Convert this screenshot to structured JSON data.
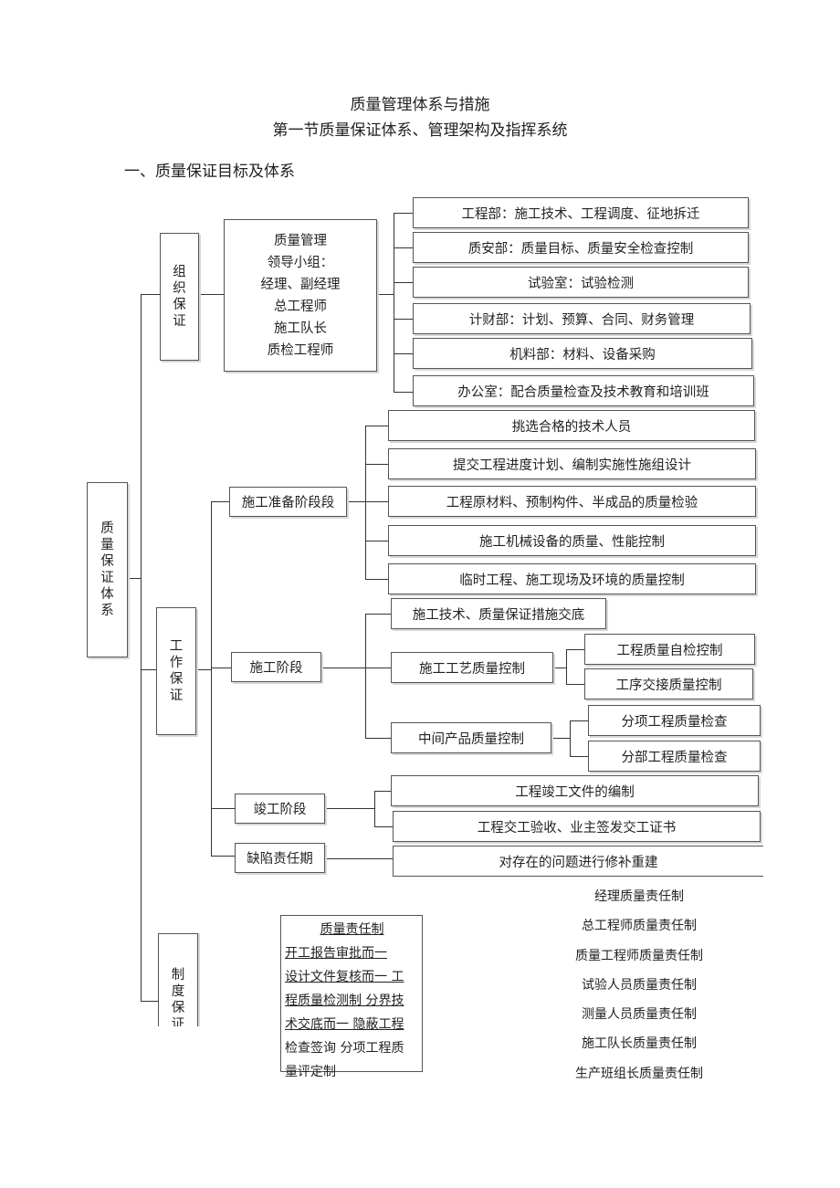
{
  "document": {
    "title": "质量管理体系与措施",
    "subtitle": "第一节质量保证体系、管理架构及指挥系统",
    "section_heading": "一、质量保证目标及体系"
  },
  "diagram": {
    "root": [
      "质",
      "量",
      "保",
      "证",
      "体",
      "系"
    ],
    "branches": {
      "org": [
        "组",
        "织",
        "保",
        "证"
      ],
      "work": [
        "工",
        "作",
        "保",
        "证"
      ],
      "system": [
        "制",
        "度",
        "保",
        "证"
      ]
    },
    "leader_group": [
      "质量管理",
      "领导小组：",
      "经理、副经理",
      "总工程师",
      "施工队长",
      "质检工程师"
    ],
    "departments": [
      "工程部：施工技术、工程调度、征地拆迁",
      "质安部：质量目标、质量安全检查控制",
      "试验室：试验检测",
      "计财部：计划、预算、合同、财务管理",
      "机料部：材料、设备采购",
      "办公室：配合质量检查及技术教育和培训班"
    ],
    "stages": {
      "prep": "施工准备阶段段",
      "construction": "施工阶段",
      "completion": "竣工阶段",
      "defect": "缺陷责任期"
    },
    "prep_items": [
      "挑选合格的技术人员",
      "提交工程进度计划、编制实施性施组设计",
      "工程原材料、预制构件、半成品的质量检验",
      "施工机械设备的质量、性能控制",
      "临时工程、施工现场及环境的质量控制"
    ],
    "construction_items": {
      "tech": "施工技术、质量保证措施交底",
      "process": "施工工艺质量控制",
      "process_children": [
        "工程质量自检控制",
        "工序交接质量控制"
      ],
      "intermediate": "中间产品质量控制",
      "intermediate_children": [
        "分项工程质量检查",
        "分部工程质量检查"
      ]
    },
    "completion_items": [
      "工程竣工文件的编制",
      "工程交工验收、业主签发交工证书"
    ],
    "defect_items": [
      "对存在的问题进行修补重建"
    ],
    "responsibility_box": {
      "title": "质量责任制",
      "lines": [
        "开工报告审批而一",
        "设计文件复核而一  工",
        "程质量检测制  分界技",
        "术交底而一  隐蔽工程",
        "检查签询  分项工程质",
        "量评定制"
      ]
    },
    "responsibility_list": [
      "经理质量责任制",
      "总工程师质量责任制",
      "质量工程师质量责任制",
      "试验人员质量责任制",
      "测量人员质量责任制",
      "施工队长质量责任制",
      "生产班组长质量责任制"
    ]
  }
}
